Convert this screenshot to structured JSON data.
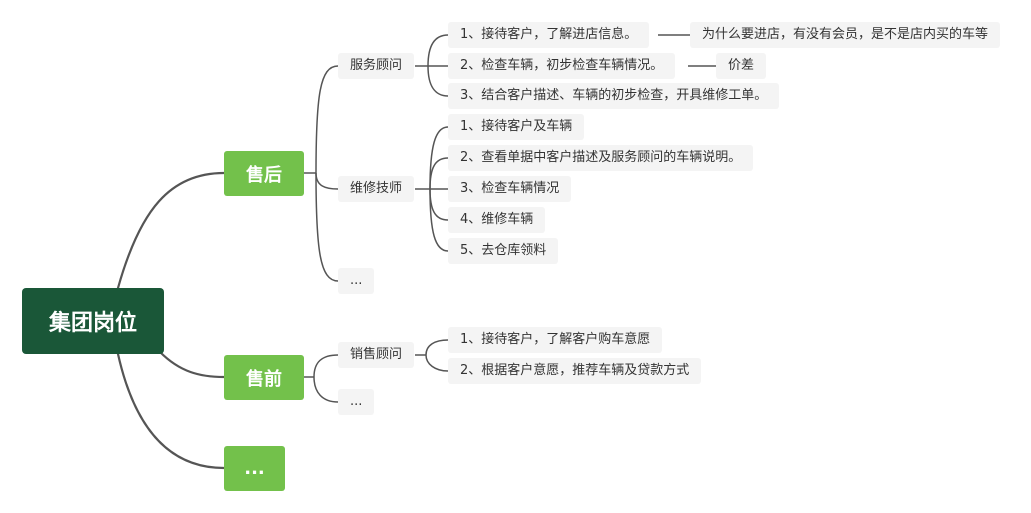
{
  "root": "集团岗位",
  "branches": {
    "after_sales": {
      "label": "售后",
      "service_advisor": {
        "label": "服务顾问",
        "steps": [
          "1、接待客户，了解进店信息。",
          "2、检查车辆，初步检查车辆情况。",
          "3、结合客户描述、车辆的初步检查，开具维修工单。"
        ],
        "notes": [
          "为什么要进店，有没有会员，是不是店内买的车等",
          "价差"
        ]
      },
      "technician": {
        "label": "维修技师",
        "steps": [
          "1、接待客户及车辆",
          "2、查看单据中客户描述及服务顾问的车辆说明。",
          "3、检查车辆情况",
          "4、维修车辆",
          "5、去仓库领料"
        ]
      },
      "more": "..."
    },
    "pre_sales": {
      "label": "售前",
      "sales_advisor": {
        "label": "销售顾问",
        "steps": [
          "1、接待客户，了解客户购车意愿",
          "2、根据客户意愿，推荐车辆及贷款方式"
        ]
      },
      "more": "..."
    },
    "more": "..."
  },
  "colors": {
    "root": "#1a5738",
    "main": "#73c14b",
    "line": "#555555",
    "leaf_bg": "#f4f4f4"
  }
}
